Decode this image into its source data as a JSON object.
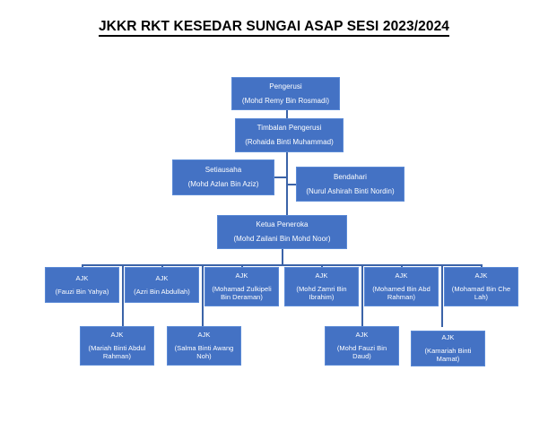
{
  "chart_title": "JKKR RKT KESEDAR SUNGAI ASAP SESI 2023/2024",
  "theme": {
    "node_fill": "#4472C4",
    "node_border": "#5B8AD6",
    "connector": "#3B63A8",
    "text": "#FFFFFF",
    "title": "#000000",
    "background": "#FFFFFF"
  },
  "nodes": {
    "pengerusi": {
      "role": "Pengerusi",
      "person": "(Mohd Remy Bin Rosmadi)"
    },
    "timbalan_pengerusi": {
      "role": "Timbalan Pengerusi",
      "person": "(Rohaida Binti Muhammad)"
    },
    "setiausaha": {
      "role": "Setiausaha",
      "person": "(Mohd Azlan Bin Aziz)"
    },
    "bendahari": {
      "role": "Bendahari",
      "person": "(Nurul Ashirah Binti Nordin)"
    },
    "ketua_peneroka": {
      "role": "Ketua Peneroka",
      "person": "(Mohd Zailani Bin Mohd Noor)"
    }
  },
  "ajk_row1": [
    {
      "role": "AJK",
      "person": "(Fauzi Bin Yahya)"
    },
    {
      "role": "AJK",
      "person": "(Azri Bin Abdullah)"
    },
    {
      "role": "AJK",
      "person": "(Mohamad Zulkipeli Bin Deraman)"
    },
    {
      "role": "AJK",
      "person": "(Mohd Zamri Bin Ibrahim)"
    },
    {
      "role": "AJK",
      "person": "(Mohamed Bin Abd Rahman)"
    },
    {
      "role": "AJK",
      "person": "(Mohamad Bin Che Lah)"
    }
  ],
  "ajk_row2": [
    {
      "role": "AJK",
      "person": "(Mariah Binti Abdul Rahman)"
    },
    {
      "role": "AJK",
      "person": "(Salma Binti Awang Noh)"
    },
    {
      "role": "AJK",
      "person": "(Mohd Fauzi Bin Daud)"
    },
    {
      "role": "AJK",
      "person": "(Kamariah Binti Mamat)"
    }
  ]
}
